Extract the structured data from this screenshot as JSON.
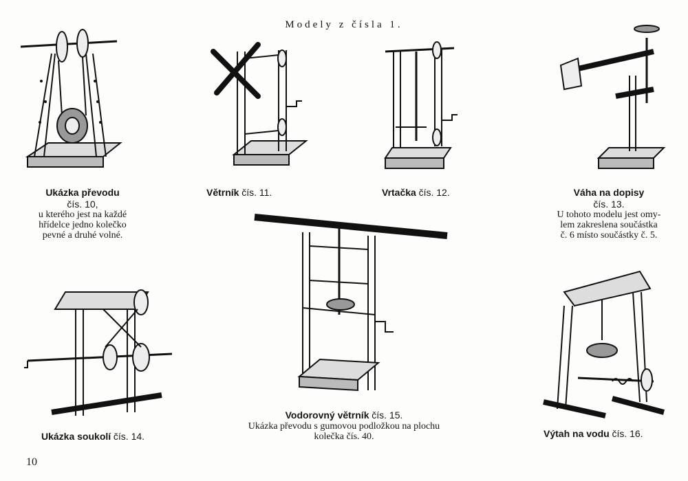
{
  "page": {
    "title": "Modely z čísla 1.",
    "page_number": "10"
  },
  "models": [
    {
      "name": "Ukázka převodu",
      "number": "čís. 10,",
      "description": [
        "u kterého jest na každé",
        "hřídelce jedno kolečko",
        "pevné a druhé volné."
      ]
    },
    {
      "name": "Větrník",
      "number": "čís. 11."
    },
    {
      "name": "Vrtačka",
      "number": "čís. 12."
    },
    {
      "name": "Váha na dopisy",
      "number": "čís. 13.",
      "description": [
        "U tohoto modelu jest omy-",
        "lem zakreslena součástka",
        "č. 6 místo součástky č. 5."
      ]
    },
    {
      "name": "Ukázka soukolí",
      "number": "čís. 14."
    },
    {
      "name": "Vodorovný větrník",
      "number": "čís. 15.",
      "description": [
        "Ukázka převodu s gumovou podložkou na plochu",
        "kolečka čís. 40."
      ]
    },
    {
      "name": "Výtah na vodu",
      "number": "čís. 16."
    }
  ]
}
